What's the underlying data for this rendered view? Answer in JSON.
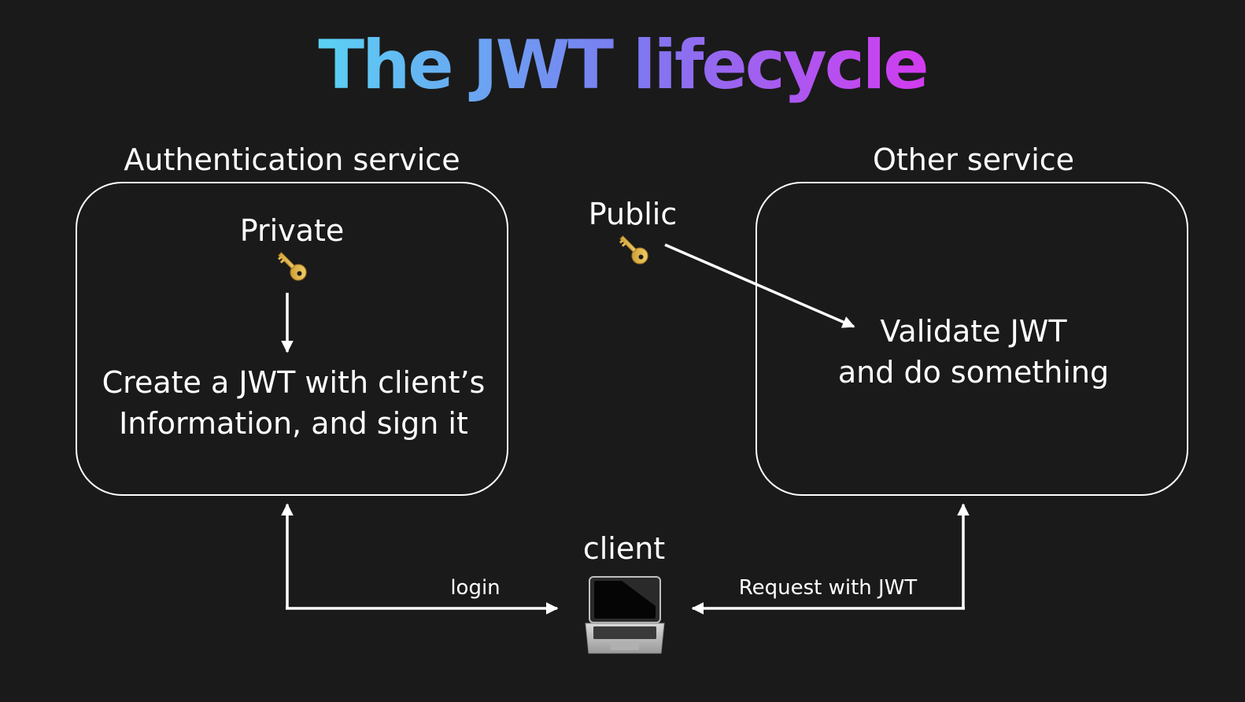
{
  "title": "The JWT lifecycle",
  "colors": {
    "background": "#1a1a1a",
    "title_gradient_start": "#5ad2f4",
    "title_gradient_mid": "#7a7cf0",
    "title_gradient_end": "#d33bf0",
    "stroke": "#ffffff"
  },
  "auth_service": {
    "heading": "Authentication service",
    "key_label": "Private",
    "key_icon": "key-icon",
    "step_line1": "Create a JWT with client’s",
    "step_line2": "Information, and sign it"
  },
  "public_key": {
    "label": "Public",
    "icon": "key-icon"
  },
  "other_service": {
    "heading": "Other service",
    "step_line1": "Validate JWT",
    "step_line2": "and do something"
  },
  "client": {
    "label": "client",
    "icon": "laptop-icon"
  },
  "edges": {
    "login": "login",
    "request": "Request with JWT"
  }
}
